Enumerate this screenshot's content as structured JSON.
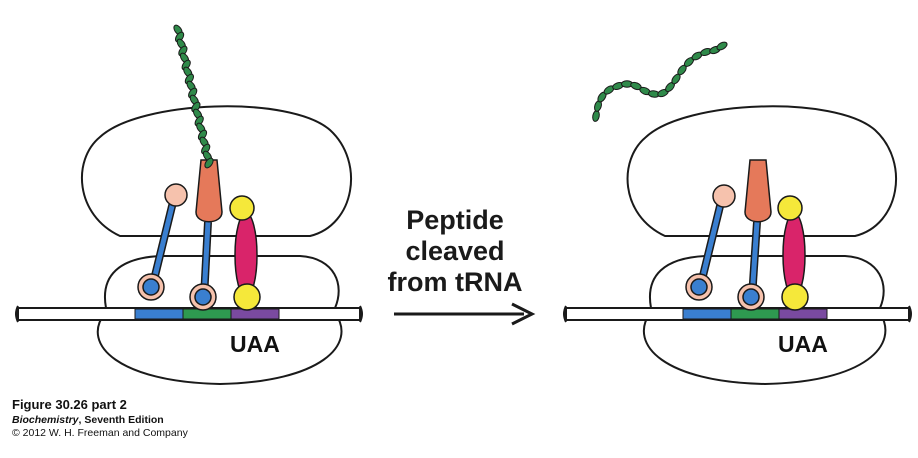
{
  "process_label": [
    "Peptide",
    "cleaved",
    "from tRNA"
  ],
  "codon_label_left": "UAA",
  "codon_label_right": "UAA",
  "caption": {
    "figure": "Figure 30.26 part 2",
    "book_title": "Biochemistry",
    "edition": ", Seventh Edition",
    "copyright": "© 2012 W. H. Freeman and Company"
  },
  "colors": {
    "mrna_codon_1": "#3a7fd0",
    "mrna_codon_2": "#2e9a50",
    "mrna_codon_3_stop": "#7a4aa0",
    "trna_stem": "#3a7fd0",
    "peptidyl_end": "#e5795a",
    "release_factor": "#d9246a",
    "release_factor_ends": "#f5e83a",
    "peptide_chain": "#2f8a4a",
    "trna_head": "#f6c2ad"
  }
}
